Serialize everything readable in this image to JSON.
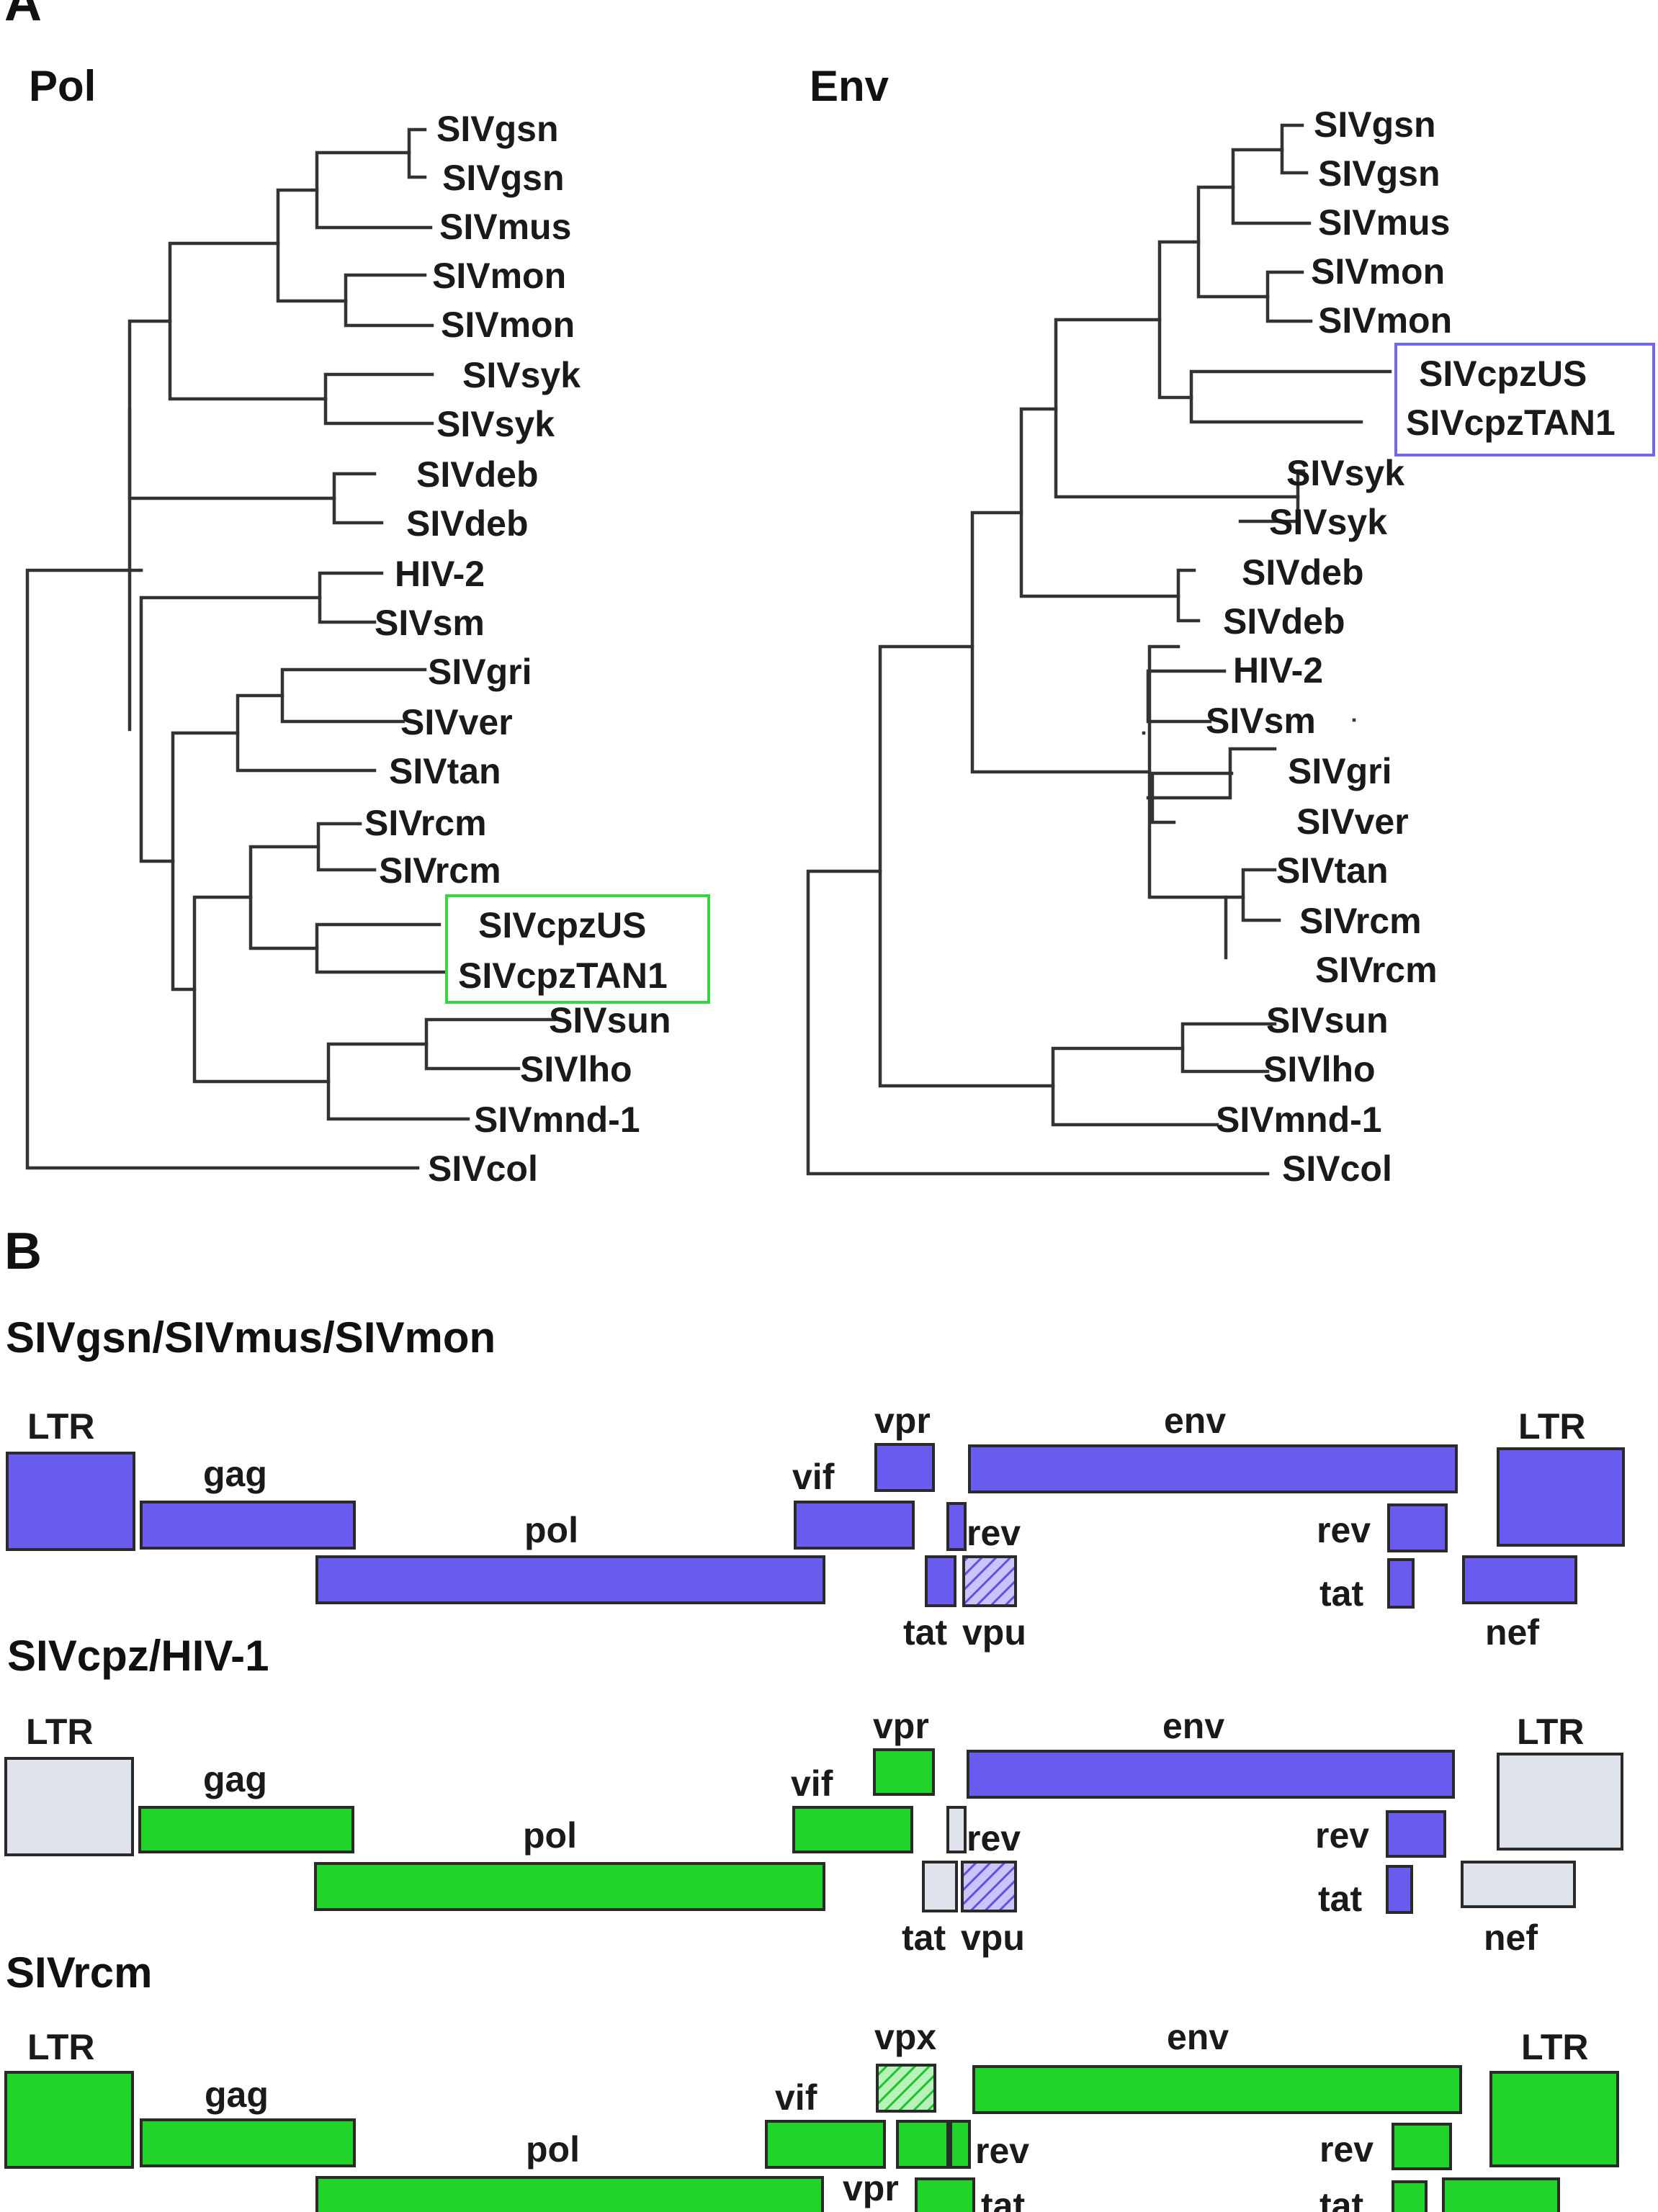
{
  "figure": {
    "panel_a_label": "A",
    "panel_b_label": "B",
    "colors": {
      "blue": "#6a5cf0",
      "green": "#22d42a",
      "gray": "#dfe4ec",
      "blue_text": "#7267ea",
      "green_text": "#2fd23a"
    }
  },
  "trees": {
    "pol": {
      "title": "Pol",
      "leaves": [
        "SIVgsn",
        "SIVgsn",
        "SIVmus",
        "SIVmon",
        "SIVmon",
        "SIVsyk",
        "SIVsyk",
        "SIVdeb",
        "SIVdeb",
        "HIV-2",
        "SIVsm",
        "SIVgri",
        "SIVver",
        "SIVtan",
        "SIVrcm",
        "SIVrcm",
        "SIVcpzUS",
        "SIVcpzTAN1",
        "SIVsun",
        "SIVlho",
        "SIVmnd-1",
        "SIVcol"
      ]
    },
    "env": {
      "title": "Env",
      "leaves": [
        "SIVgsn",
        "SIVgsn",
        "SIVmus",
        "SIVmon",
        "SIVmon",
        "SIVcpzUS",
        "SIVcpzTAN1",
        "SIVsyk",
        "SIVsyk",
        "SIVdeb",
        "SIVdeb",
        "HIV-2",
        "SIVsm",
        "SIVgri",
        "SIVver",
        "SIVtan",
        "SIVrcm",
        "SIVrcm",
        "SIVsun",
        "SIVlho",
        "SIVmnd-1",
        "SIVcol"
      ]
    }
  },
  "genomes": [
    {
      "title": "SIVgsn/SIVmus/SIVmon",
      "labels": [
        "LTR",
        "gag",
        "pol",
        "vif",
        "vpr",
        "env",
        "LTR",
        "rev",
        "rev",
        "tat",
        "vpu",
        "tat",
        "nef"
      ],
      "colors": {
        "LTR_left": "blue",
        "gag": "blue",
        "pol": "blue",
        "vif": "blue",
        "vpr": "blue",
        "env": "blue",
        "LTR_right": "blue",
        "tat_exon1": "blue",
        "rev_exon1": "blue",
        "vpu": "blue-hatched",
        "rev_exon2": "blue",
        "tat_exon2": "blue",
        "nef": "blue"
      }
    },
    {
      "title": "SIVcpz/HIV-1",
      "labels": [
        "LTR",
        "gag",
        "pol",
        "vif",
        "vpr",
        "env",
        "LTR",
        "rev",
        "rev",
        "tat",
        "vpu",
        "tat",
        "nef"
      ],
      "colors": {
        "LTR_left": "gray",
        "gag": "green",
        "pol": "green",
        "vif": "green",
        "vpr": "green",
        "env": "blue",
        "LTR_right": "gray",
        "tat_exon1": "gray",
        "rev_exon1": "gray",
        "vpu": "blue-hatched",
        "rev_exon2": "blue",
        "tat_exon2": "blue",
        "nef": "gray"
      }
    },
    {
      "title": "SIVrcm",
      "labels": [
        "LTR",
        "gag",
        "pol",
        "vif",
        "vpx",
        "env",
        "LTR",
        "rev",
        "rev",
        "vpr",
        "tat",
        "tat"
      ],
      "colors": {
        "LTR_left": "green",
        "gag": "green",
        "pol": "green",
        "vif": "green",
        "vpx": "green-hatched",
        "env": "green",
        "LTR_right": "green",
        "vpr": "green",
        "rev_exon1": "green",
        "rev_exon2": "green",
        "nef": "green"
      }
    }
  ]
}
